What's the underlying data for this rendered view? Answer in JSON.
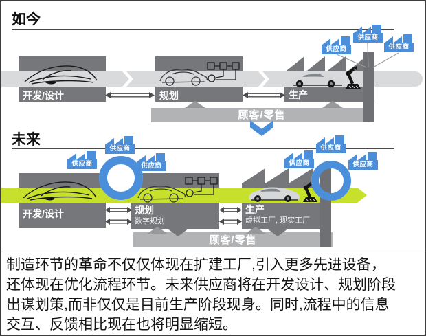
{
  "now": {
    "title": "如今",
    "stages": {
      "dev": "开发/设计",
      "plan": "规划",
      "prod": "生产"
    },
    "customer_bar": "顾客/零售",
    "suppliers": [
      "供应商",
      "供应商",
      "供应商"
    ]
  },
  "future": {
    "title": "未来",
    "stages": {
      "dev": "开发/设计",
      "plan": "规划",
      "plan_sub": "数字规划",
      "prod": "生产",
      "prod_sub": "虚拟工厂, 现实工厂"
    },
    "customer_bar": "顾客/零售",
    "ring1_suppliers": [
      "供应商",
      "供应商",
      "供应商"
    ],
    "ring2_suppliers": [
      "供应商",
      "供应商",
      "供应商"
    ]
  },
  "caption": {
    "lines": [
      "制造环节的革命不仅仅体现在扩建工厂,引入更多先进设备，",
      "还体现在优化流程环节。未来供应商将在开发设计、规划阶段",
      "出谋划策,而非仅仅是目前生产阶段现身。同时,流程中的信息",
      "交互、反馈相比现在也将明显缩短。"
    ]
  },
  "colors": {
    "supplier_blue": "#4b8fdb",
    "future_green": "#c6e02b",
    "box_gray": "#75777a",
    "flow_band_gray": "#d9dadb",
    "customer_bar_gray": "#b1b3b5",
    "frame": "#3e3e3e"
  }
}
